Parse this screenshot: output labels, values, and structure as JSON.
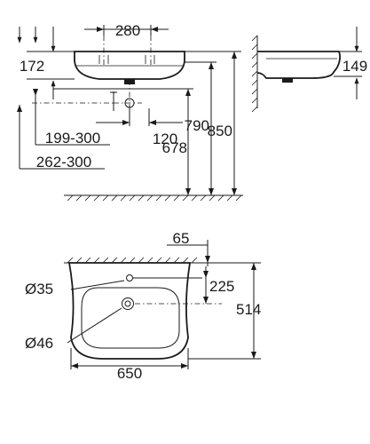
{
  "dimensions": {
    "top_width": "280",
    "rim_depth": "172",
    "side_height": "149",
    "valve_offset": "120",
    "range_a": "199-300",
    "range_b": "262-300",
    "height_a": "678",
    "height_b": "790",
    "height_c": "850",
    "tap_offset": "65",
    "tap_hole_dia": "Ø35",
    "tap_depth": "225",
    "total_depth": "514",
    "drain_dia": "Ø46",
    "total_width": "650"
  }
}
